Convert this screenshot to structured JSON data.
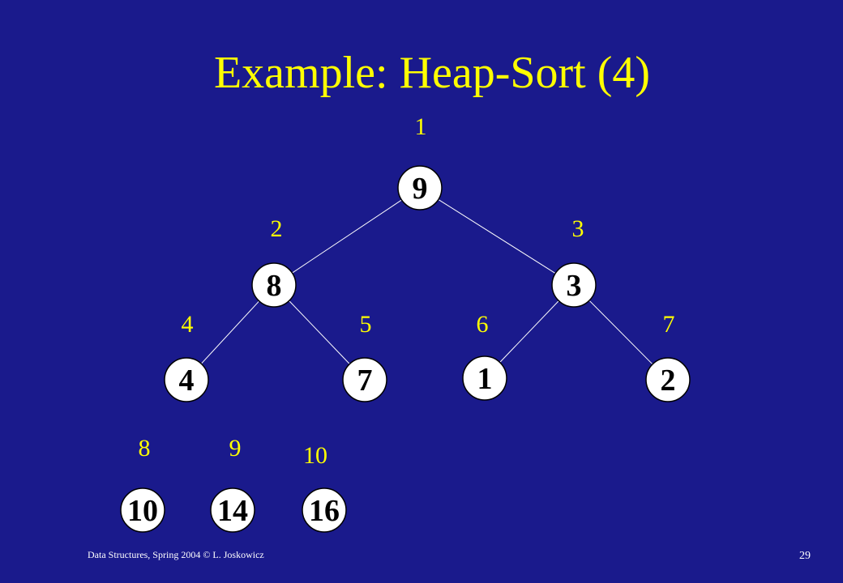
{
  "title": "Example: Heap-Sort (4)",
  "footer": "Data Structures,  Spring 2004 © L. Joskowicz",
  "page_number": "29",
  "colors": {
    "background": "#1a1a8c",
    "title": "#ffff00",
    "index_label": "#ffff00",
    "node_fill": "#ffffff",
    "node_text": "#000000",
    "edge": "#ffffff"
  },
  "heap": [
    {
      "index": "1",
      "value": "9"
    },
    {
      "index": "2",
      "value": "8"
    },
    {
      "index": "3",
      "value": "3"
    },
    {
      "index": "4",
      "value": "4"
    },
    {
      "index": "5",
      "value": "7"
    },
    {
      "index": "6",
      "value": "1"
    },
    {
      "index": "7",
      "value": "2"
    }
  ],
  "sorted": [
    {
      "index": "8",
      "value": "10"
    },
    {
      "index": "9",
      "value": "14"
    },
    {
      "index": "10",
      "value": "16"
    }
  ],
  "edges": [
    [
      1,
      2
    ],
    [
      1,
      3
    ],
    [
      2,
      4
    ],
    [
      2,
      5
    ],
    [
      3,
      6
    ],
    [
      3,
      7
    ]
  ]
}
